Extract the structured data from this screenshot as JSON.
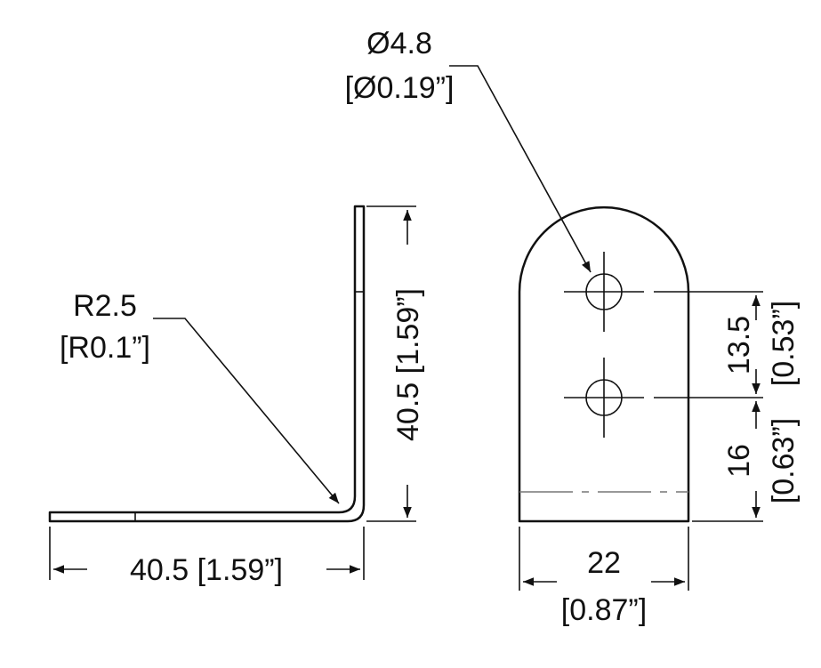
{
  "labels": {
    "hole_dia_mm": "Ø4.8",
    "hole_dia_in": "[Ø0.19”]",
    "radius_mm": "R2.5",
    "radius_in": "[R0.1”]",
    "side_height": "40.5 [1.59”]",
    "side_width": "40.5 [1.59”]",
    "hole_spacing_mm": "13.5",
    "hole_spacing_in": "[0.53”]",
    "hole_edge_mm": "16",
    "hole_edge_in": "[0.63”]",
    "front_width_mm": "22",
    "front_width_in": "[0.87”]"
  },
  "colors": {
    "line": "#111111",
    "hidden": "#777777"
  }
}
